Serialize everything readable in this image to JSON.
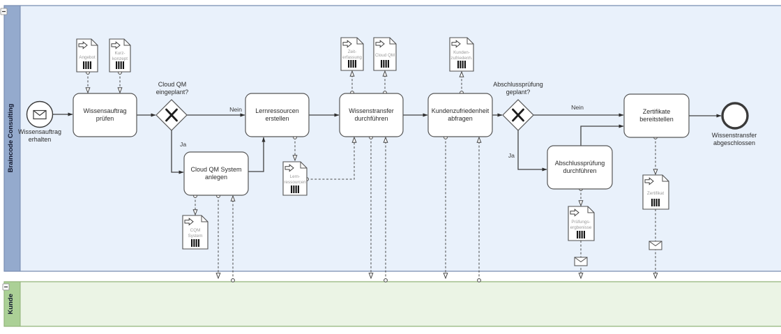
{
  "lanes": {
    "consulting": {
      "label": "Braincode Consulting"
    },
    "kunde": {
      "label": "Kunde"
    }
  },
  "events": {
    "start": {
      "line1": "Wissensauftrag",
      "line2": "erhalten"
    },
    "end": {
      "line1": "Wissenstransfer",
      "line2": "abgeschlossen"
    }
  },
  "tasks": {
    "pruefen": {
      "line1": "Wissensauftrag",
      "line2": "prüfen"
    },
    "lernressourcen": {
      "line1": "Lernressourcen",
      "line2": "erstellen"
    },
    "wissenstransfer": {
      "line1": "Wissenstransfer",
      "line2": "durchführen"
    },
    "kundenzufriedenheit": {
      "line1": "Kundenzufriedenheit",
      "line2": "abfragen"
    },
    "cloudqm": {
      "line1": "Cloud QM System",
      "line2": "anlegen"
    },
    "abschlusspruefung": {
      "line1": "Abschlussprüfung",
      "line2": "durchführen"
    },
    "zertifikate": {
      "line1": "Zertifikate",
      "line2": "bereitstellen"
    }
  },
  "gateways": {
    "cloudqm": {
      "line1": "Cloud QM",
      "line2": "eingeplant?"
    },
    "abschluss": {
      "line1": "Abschlussprüfung",
      "line2": "geplant?"
    }
  },
  "edge_labels": {
    "cloudqm_nein": "Nein",
    "cloudqm_ja": "Ja",
    "abschluss_nein": "Nein",
    "abschluss_ja": "Ja"
  },
  "documents": {
    "angebot": {
      "line1": "Angebot"
    },
    "kurzkonzept": {
      "line1": "Kurz-",
      "line2": "konzept"
    },
    "zeiterfassung": {
      "line1": "Zeit-",
      "line2": "erfassung"
    },
    "cloudqm": {
      "line1": "Cloud QM"
    },
    "kundenzufriedenheit": {
      "line1": "Kunden-",
      "line2": "zufriedenh."
    },
    "lernressourcen": {
      "line1": "Lern-",
      "line2": "ressourcen"
    },
    "cqmsystem": {
      "line1": "CQM",
      "line2": "System"
    },
    "pruefungsergebnisse": {
      "line1": "Prüfungs-",
      "line2": "ergbenisse"
    },
    "zertifikat": {
      "line1": "Zertifikat"
    }
  },
  "colors": {
    "lane_consulting_header": "#94aacd",
    "lane_consulting_body": "#e9f1fb",
    "lane_kunde_header": "#abd096",
    "lane_kunde_body": "#ebf4e5",
    "shape_stroke": "#565656",
    "edge_stroke": "#424242"
  }
}
